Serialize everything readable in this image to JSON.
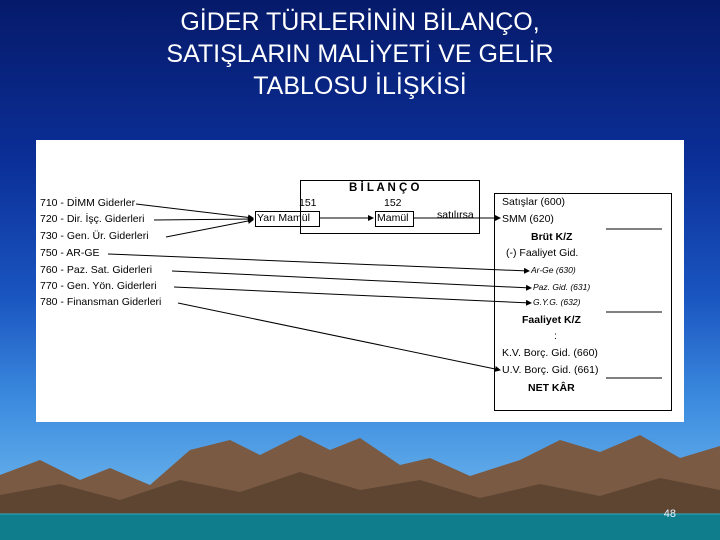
{
  "title_lines": [
    "GİDER TÜRLERİNİN BİLANÇO,",
    "SATIŞLARIN MALİYETİ VE GELİR",
    "TABLOSU İLİŞKİSİ"
  ],
  "accounts": [
    "710 - DİMM Giderler",
    "720 - Dir. İşç. Giderleri",
    "730 - Gen. Ür. Giderleri",
    "750 - AR-GE",
    "760 - Paz. Sat. Giderleri",
    "770 - Gen. Yön. Giderleri",
    "780 - Finansman Giderleri"
  ],
  "balance": {
    "title": "B İ L A N Ç O",
    "code_151": "151",
    "code_152": "152",
    "yari_mamul": "Yarı Mamül",
    "mamul": "Mamül",
    "satilirsa": "satılırsa"
  },
  "income": {
    "satislar": "Satışlar (600)",
    "smm": "SMM (620)",
    "brut": "Brüt K/Z",
    "faaliyet_gid": "(-) Faaliyet Gid.",
    "arge": "Ar-Ge (630)",
    "paz": "Paz. Gid. (631)",
    "gyg": "G.Y.G. (632)",
    "faaliyet_kz": "Faaliyet K/Z",
    "dots": ":",
    "kv": "K.V. Borç. Gid. (660)",
    "uv": "U.V. Borç. Gid. (661)",
    "net": "NET KÂR"
  },
  "page_number": "48",
  "colors": {
    "background_top": "#061a6a",
    "background_bottom": "#7cc2ef",
    "title_text": "#ffffff",
    "panel": "#ffffff"
  }
}
